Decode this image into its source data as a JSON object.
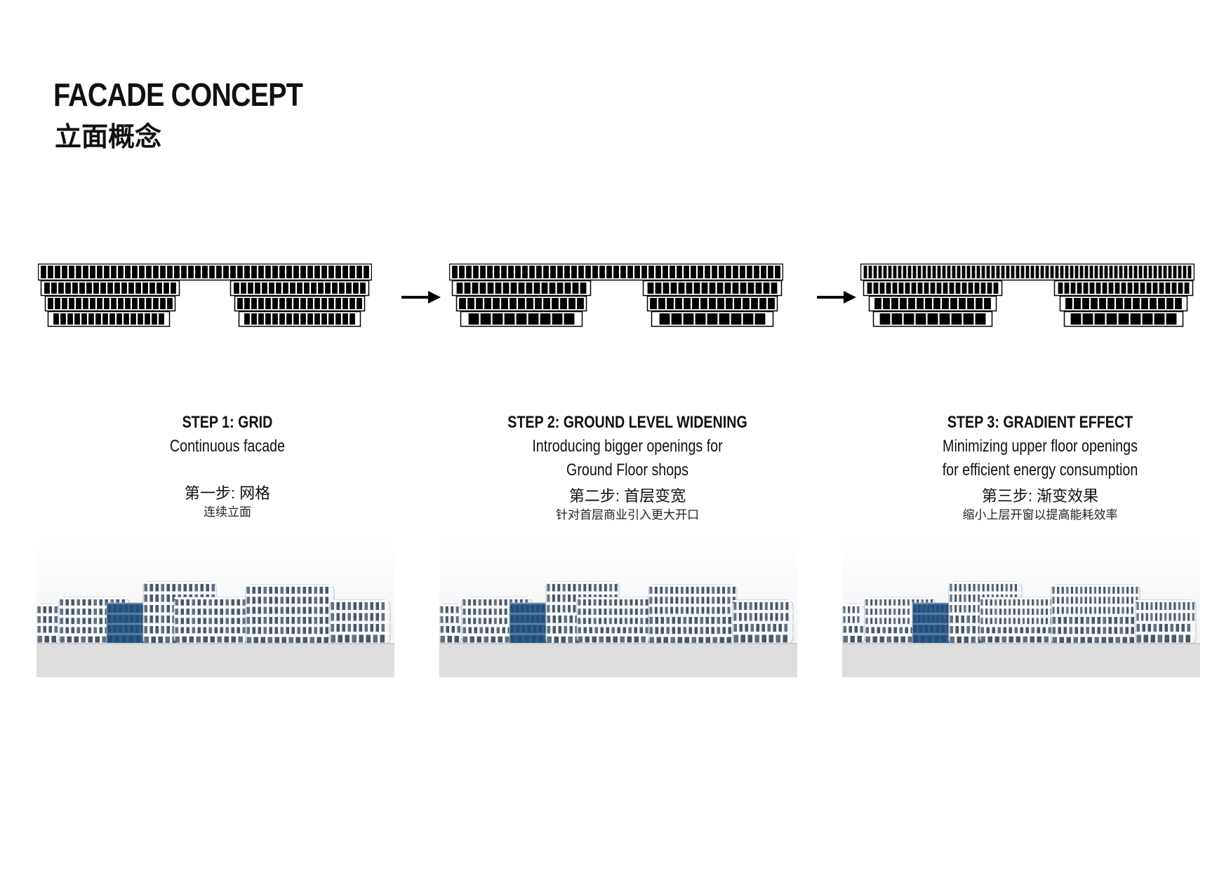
{
  "header": {
    "title_en": "FACADE CONCEPT",
    "title_cn": "立面概念"
  },
  "steps": [
    {
      "heading": "STEP 1: GRID",
      "desc_lines": [
        "Continuous facade"
      ],
      "cn_title": "第一步: 网格",
      "cn_sub": "连续立面"
    },
    {
      "heading": "STEP 2: GROUND LEVEL WIDENING",
      "desc_lines": [
        "Introducing bigger openings for",
        "Ground Floor shops"
      ],
      "cn_title": "第二步: 首层变宽",
      "cn_sub": "针对首层商业引入更大开口"
    },
    {
      "heading": "STEP 3: GRADIENT EFFECT",
      "desc_lines": [
        "Minimizing upper floor openings",
        "for efficient energy consumption"
      ],
      "cn_title": "第三步: 渐变效果",
      "cn_sub": "缩小上层开窗以提高能耗效率"
    }
  ],
  "colors": {
    "ink": "#000000",
    "ground": "#dedede",
    "glass_blue": "#2f5f8c",
    "facade_white": "#f4f5f7"
  },
  "icons": [
    "arrow-right-icon",
    "arrow-right-icon"
  ]
}
